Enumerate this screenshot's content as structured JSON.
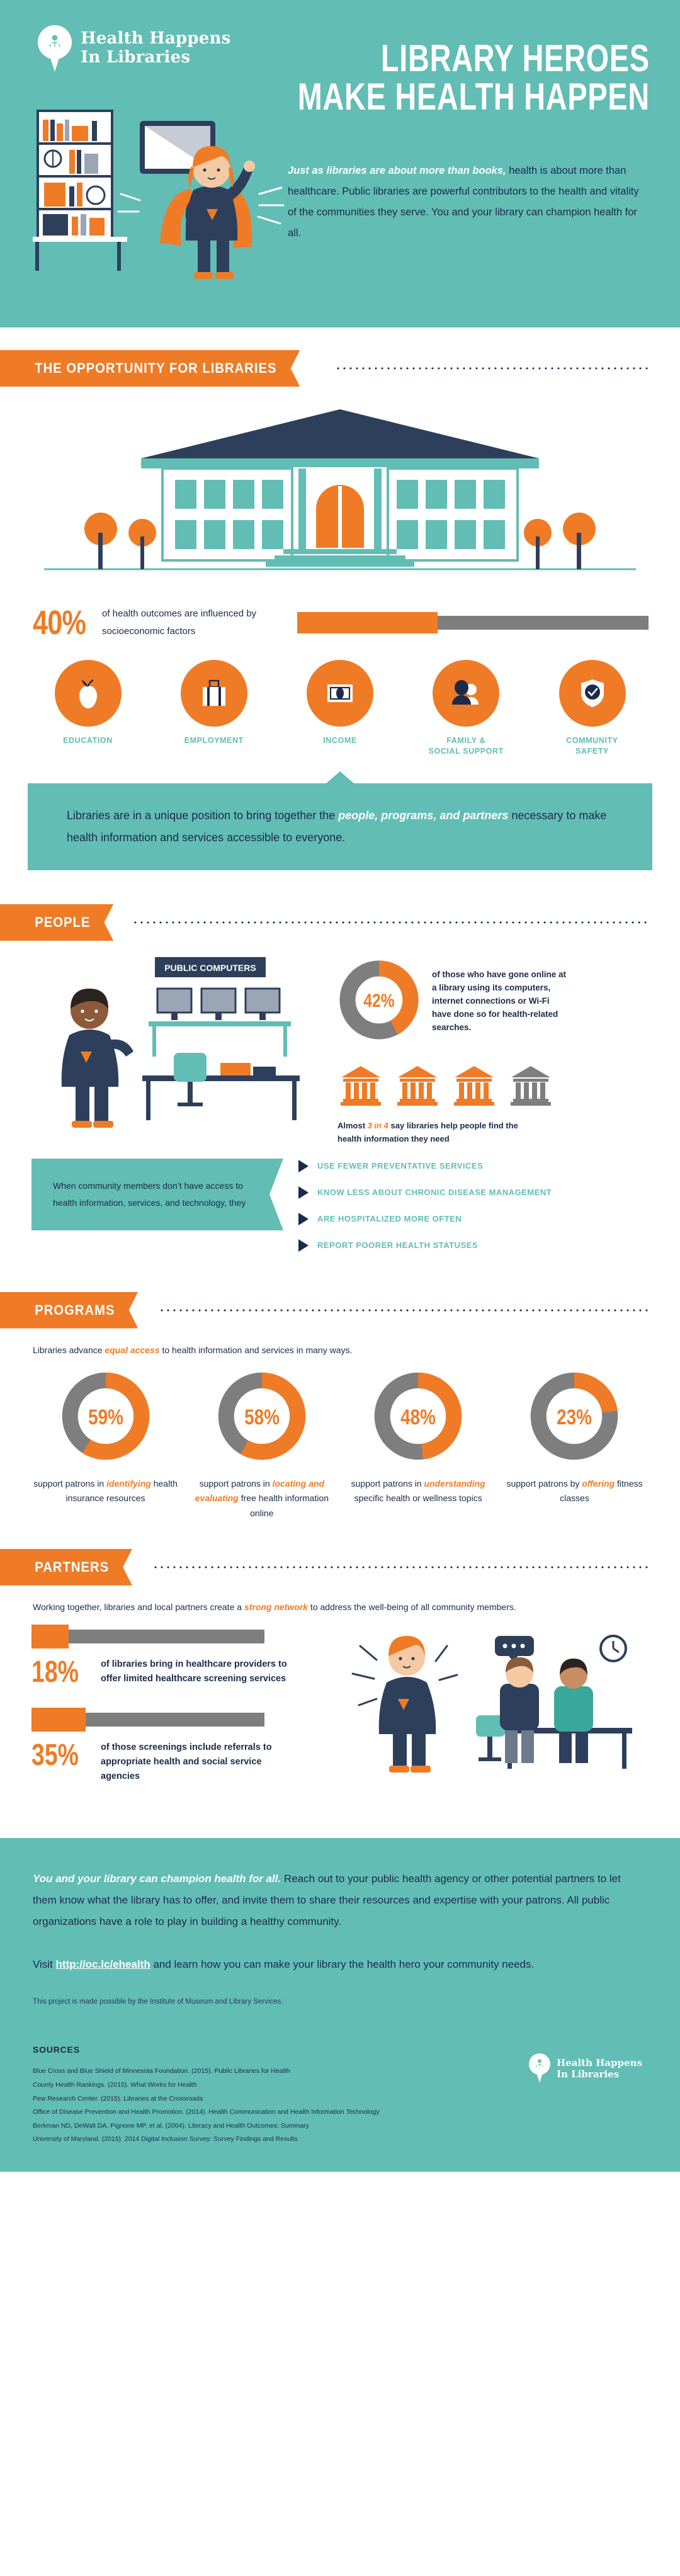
{
  "brand": {
    "line1": "Health Happens",
    "line2": "In Libraries",
    "icon": "map-pin-reader-icon"
  },
  "hero": {
    "title_line1": "LIBRARY HEROES",
    "title_line2": "MAKE HEALTH HAPPEN",
    "lead": "Just as libraries are about more than books,",
    "body": " health is about more than healthcare. Public libraries are powerful contributors to the health and vitality of the communities they serve. You and your library can champion health for all."
  },
  "sections": {
    "opportunity": "THE OPPORTUNITY FOR LIBRARIES",
    "people": "PEOPLE",
    "programs": "PROGRAMS",
    "partners": "PARTNERS"
  },
  "opportunity": {
    "stat_value": "40%",
    "stat_text": "of health outcomes are influenced by socioeconomic factors",
    "bar_percent": 40,
    "factors": [
      {
        "label": "EDUCATION",
        "icon": "apple-icon"
      },
      {
        "label": "EMPLOYMENT",
        "icon": "briefcase-icon"
      },
      {
        "label": "INCOME",
        "icon": "banknote-icon"
      },
      {
        "label": "FAMILY &\nSOCIAL SUPPORT",
        "icon": "two-people-icon"
      },
      {
        "label": "COMMUNITY\nSAFETY",
        "icon": "shield-check-icon"
      }
    ],
    "callout_pre": "Libraries are in a unique position to bring together the ",
    "callout_em": "people, programs, and partners",
    "callout_post": " necessary to make health information and services accessible to everyone."
  },
  "people": {
    "screen_label": "PUBLIC COMPUTERS",
    "donut_value": "42%",
    "donut_percent": 42,
    "donut_text": "of those who have gone online at a library using its computers, internet connections or Wi-Fi have done so for health-related searches.",
    "banks_total": 4,
    "banks_filled": 3,
    "banks_caption_pre": "Almost ",
    "banks_caption_em": "3 in 4",
    "banks_caption_post": " say libraries help people find the health information they need",
    "arrow_box": "When community members don’t have access to health information, services, and technology, they",
    "bullets": [
      "USE FEWER PREVENTATIVE SERVICES",
      "KNOW LESS ABOUT CHRONIC DISEASE MANAGEMENT",
      "ARE HOSPITALIZED MORE OFTEN",
      "REPORT POORER HEALTH STATUSES"
    ]
  },
  "programs": {
    "intro_pre": "Libraries advance ",
    "intro_em": "equal access",
    "intro_post": " to health information and services in many ways.",
    "items": [
      {
        "value": "59%",
        "percent": 59,
        "pre": "support patrons in ",
        "em": "identifying",
        "post": " health insurance resources"
      },
      {
        "value": "58%",
        "percent": 58,
        "pre": "support patrons in ",
        "em": "locating and evaluating",
        "post": " free health information online"
      },
      {
        "value": "48%",
        "percent": 48,
        "pre": "support patrons in ",
        "em": "understanding",
        "post": " specific health or wellness topics"
      },
      {
        "value": "23%",
        "percent": 23,
        "pre": "support patrons by ",
        "em": "offering",
        "post": " fitness classes"
      }
    ]
  },
  "partners": {
    "intro_pre": "Working together, libraries and local partners create a ",
    "intro_em": "strong network",
    "intro_post": " to address the well-being of all community members.",
    "stats": [
      {
        "value": "18%",
        "percent": 18,
        "text": "of libraries bring in healthcare providers to offer limited healthcare screening services"
      },
      {
        "value": "35%",
        "percent": 35,
        "text": "of those screenings include referrals to appropriate health and social service agencies"
      }
    ]
  },
  "footer": {
    "lead": "You and your library can champion health for all.",
    "body": " Reach out to your public health agency or other potential partners to let them know what the library has to offer, and invite them to share their resources and expertise with your patrons. All public organizations have a role to play in building a healthy community.",
    "visit_pre": "Visit ",
    "url": "http://oc.lc/ehealth",
    "visit_post": " and learn how you can make your library the health hero your community needs.",
    "imls": "This project is made possible by the Institute of Museum and Library Services."
  },
  "sources": {
    "heading": "SOURCES",
    "items": [
      "Blue Cross and Blue Shield of Minnesota Foundation. (2015). Public Libraries for Health",
      "County Health Rankings. (2015). What Works for Health",
      "Pew Research Center. (2015). Libraries at the Crossroads",
      "Office of Disease Prevention and Health Promotion. (2014). Health Communication and Health Information Technology",
      "Berkman ND, DeWalt DA, Pignone MP, et al. (2004). Literacy and Health Outcomes: Summary",
      "University of Maryland. (2015). 2014 Digital Inclusion Survey: Survey Findings and Results"
    ]
  },
  "colors": {
    "teal": "#62bdb4",
    "orange": "#ef7b26",
    "navy": "#1b2b4b",
    "gray": "#7e7e7e"
  }
}
